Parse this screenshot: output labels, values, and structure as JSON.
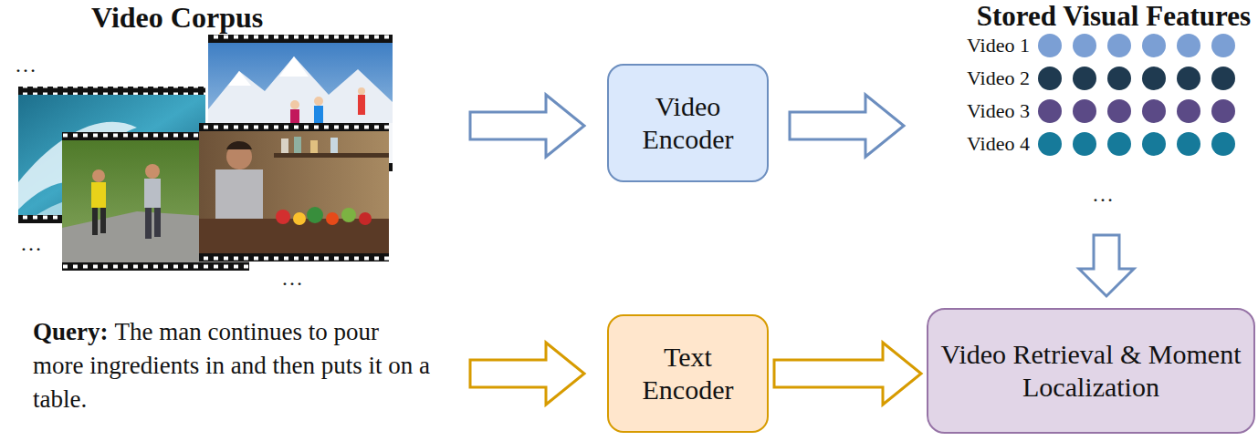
{
  "diagram": {
    "nodes": [
      {
        "text": [
          "Video Encoder"
        ]
      },
      {
        "text": [
          "Text Encoder"
        ]
      },
      {
        "text": [
          "Video Retrieval & Moment Localization"
        ]
      }
    ],
    "edges": [
      {
        "from": 1,
        "to": 2,
        "arrow": "to"
      }
    ],
    "labels": [
      "Video Corpus",
      "…",
      "…",
      "…",
      "Stored Visual Features",
      "Video 1",
      "Video 2",
      "Video 3",
      "Video 4",
      "…",
      "Query:",
      "The man continues to pour more ingredients in and then puts it on a table."
    ]
  }
}
